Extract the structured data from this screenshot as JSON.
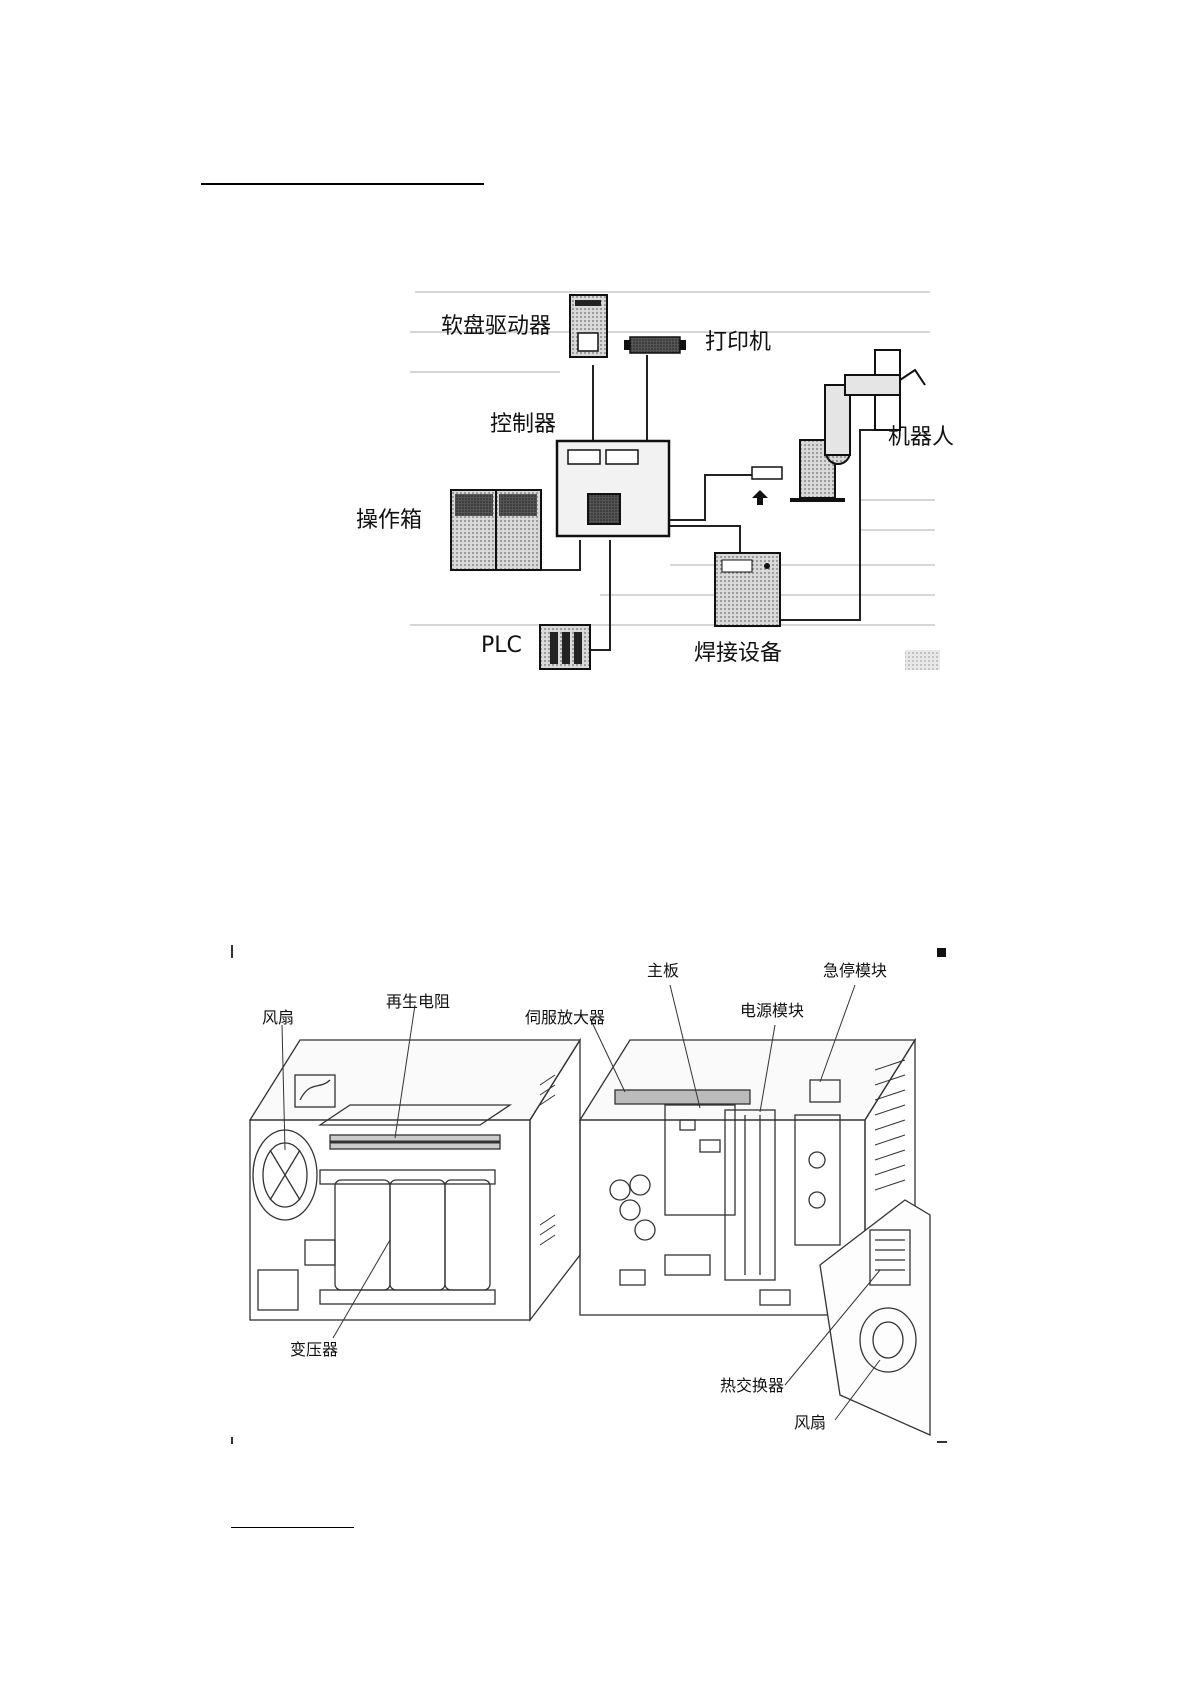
{
  "figure_a": {
    "labels": {
      "floppy_drive": "软盘驱动器",
      "printer": "打印机",
      "controller": "控制器",
      "robot": "机器人",
      "operation_box": "操作箱",
      "plc": "PLC",
      "welding_equipment": "焊接设备"
    }
  },
  "figure_b": {
    "labels": {
      "fan_left": "风扇",
      "regen_resistor": "再生电阻",
      "servo_amplifier": "伺服放大器",
      "mainboard": "主板",
      "emergency_stop_module": "急停模块",
      "power_module": "电源模块",
      "transformer": "变压器",
      "heat_exchanger": "热交换器",
      "fan_right": "风扇"
    }
  },
  "colors": {
    "ink": "#111111",
    "screen": "#8a8a8a",
    "paper": "#ffffff"
  }
}
